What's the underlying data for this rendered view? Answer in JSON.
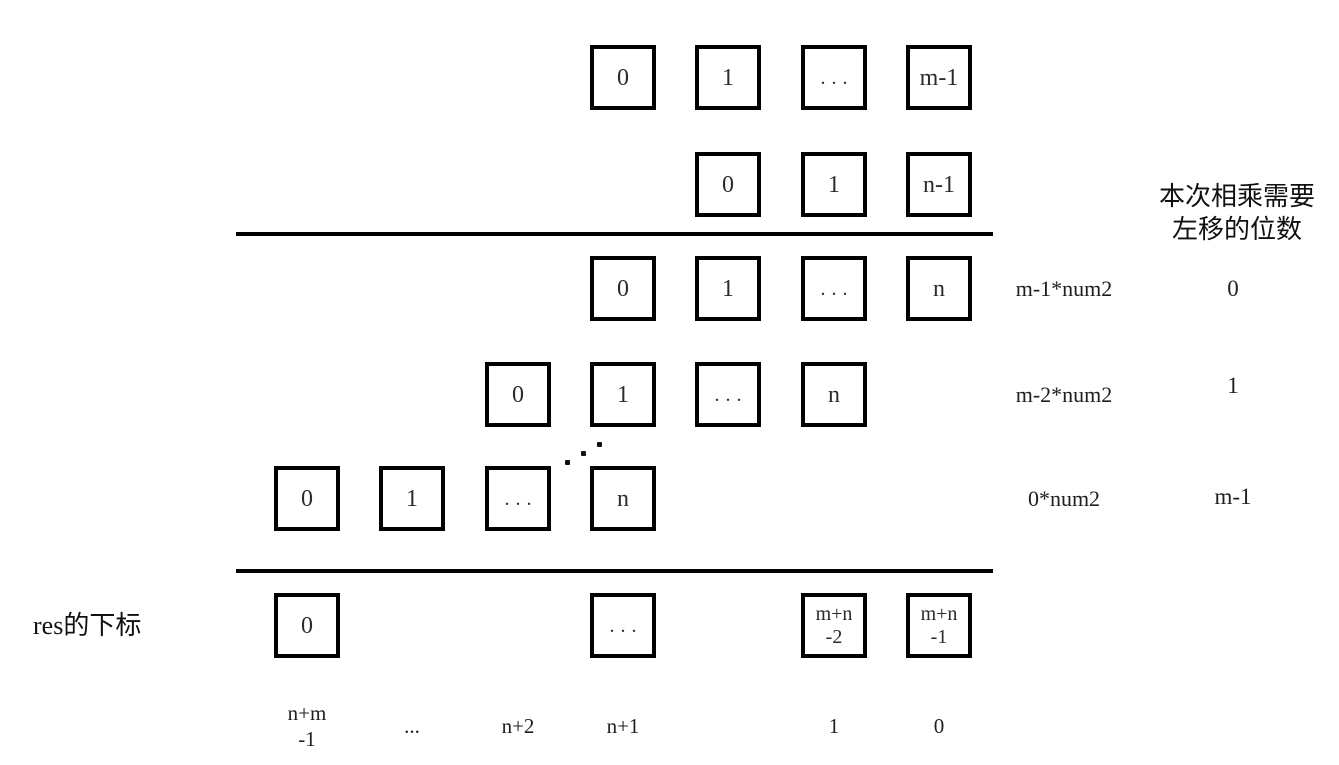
{
  "colors": {
    "background": "#ffffff",
    "box_border": "#000000",
    "separator_line": "#000000",
    "text": "#1f1f1f"
  },
  "labels": {
    "left_axis": "res的下标",
    "right_heading_line1": "本次相乘需要",
    "right_heading_line2": "左移的位数",
    "diagonal_ellipsis": "..."
  },
  "rows": [
    {
      "key": "num1-digits",
      "boxes": [
        {
          "col": 3,
          "text": "0"
        },
        {
          "col": 4,
          "text": "1"
        },
        {
          "col": 5,
          "text": "..."
        },
        {
          "col": 6,
          "text": "m-1"
        }
      ]
    },
    {
      "key": "num2-digits",
      "boxes": [
        {
          "col": 4,
          "text": "0"
        },
        {
          "col": 5,
          "text": "1"
        },
        {
          "col": 6,
          "text": "n-1"
        }
      ]
    },
    {
      "key": "partial-product-1",
      "boxes": [
        {
          "col": 3,
          "text": "0"
        },
        {
          "col": 4,
          "text": "1"
        },
        {
          "col": 5,
          "text": "..."
        },
        {
          "col": 6,
          "text": "n"
        }
      ],
      "product": "m-1*num2",
      "shift": "0"
    },
    {
      "key": "partial-product-2",
      "boxes": [
        {
          "col": 2,
          "text": "0"
        },
        {
          "col": 3,
          "text": "1"
        },
        {
          "col": 4,
          "text": "..."
        },
        {
          "col": 5,
          "text": "n"
        }
      ],
      "product": "m-2*num2",
      "shift": "1"
    },
    {
      "key": "partial-product-last",
      "boxes": [
        {
          "col": 0,
          "text": "0"
        },
        {
          "col": 1,
          "text": "1"
        },
        {
          "col": 2,
          "text": "..."
        },
        {
          "col": 3,
          "text": "n"
        }
      ],
      "product": "0*num2",
      "shift": "m-1"
    },
    {
      "key": "result-digits",
      "boxes": [
        {
          "col": 0,
          "text": "0"
        },
        {
          "col": 3,
          "text": "..."
        },
        {
          "col": 5,
          "text": "m+n\n-2"
        },
        {
          "col": 6,
          "text": "m+n\n-1"
        }
      ]
    }
  ],
  "bottom_labels": [
    {
      "col": 0,
      "text": "n+m\n-1"
    },
    {
      "col": 1,
      "text": "..."
    },
    {
      "col": 2,
      "text": "n+2"
    },
    {
      "col": 3,
      "text": "n+1"
    },
    {
      "col": 5,
      "text": "1"
    },
    {
      "col": 6,
      "text": "0"
    }
  ]
}
